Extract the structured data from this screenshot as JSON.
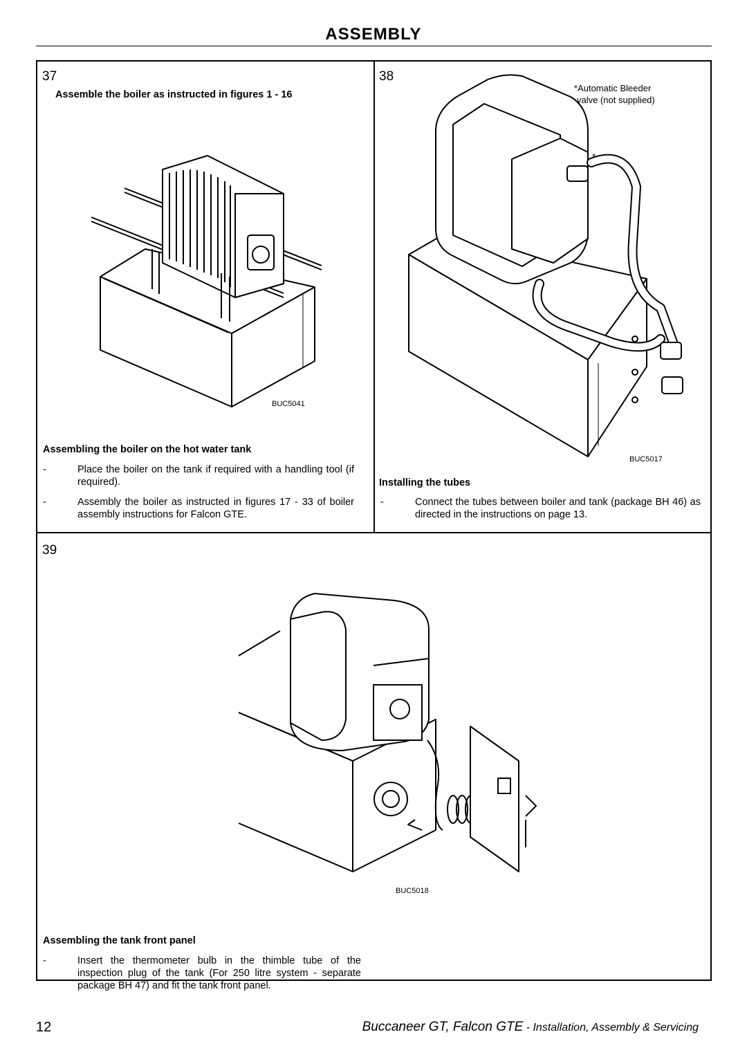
{
  "header": {
    "title": "ASSEMBLY"
  },
  "fig37": {
    "number": "37",
    "instruction": "Assemble the boiler as instructed in figures 1 - 16",
    "code": "BUC5041",
    "heading": "Assembling the boiler on the hot water tank",
    "items": [
      {
        "dash": "-",
        "text": "Place the boiler on the tank if required with a handling tool (if required)."
      },
      {
        "dash": "-",
        "text": "Assembly the boiler as instructed in figures 17 - 33 of boiler assembly instructions for Falcon GTE."
      }
    ]
  },
  "fig38": {
    "number": "38",
    "note_line1": "*Automatic Bleeder",
    "note_line2": "valve (not supplied)",
    "asterisk": "*",
    "code": "BUC5017",
    "heading": "Installing the tubes",
    "items": [
      {
        "dash": "-",
        "text": "Connect the tubes between boiler and tank (package BH 46) as directed in the instructions on page 13."
      }
    ]
  },
  "fig39": {
    "number": "39",
    "code": "BUC5018",
    "heading": "Assembling the tank front panel",
    "items": [
      {
        "dash": "-",
        "text": "Insert the thermometer bulb in the thimble tube of the inspection plug of the tank (For 250 litre system - separate package BH 47) and fit the tank front panel."
      }
    ]
  },
  "footer": {
    "page_number": "12",
    "title": "Buccaneer GT, Falcon GTE",
    "subtitle": " - Installation, Assembly & Servicing"
  }
}
